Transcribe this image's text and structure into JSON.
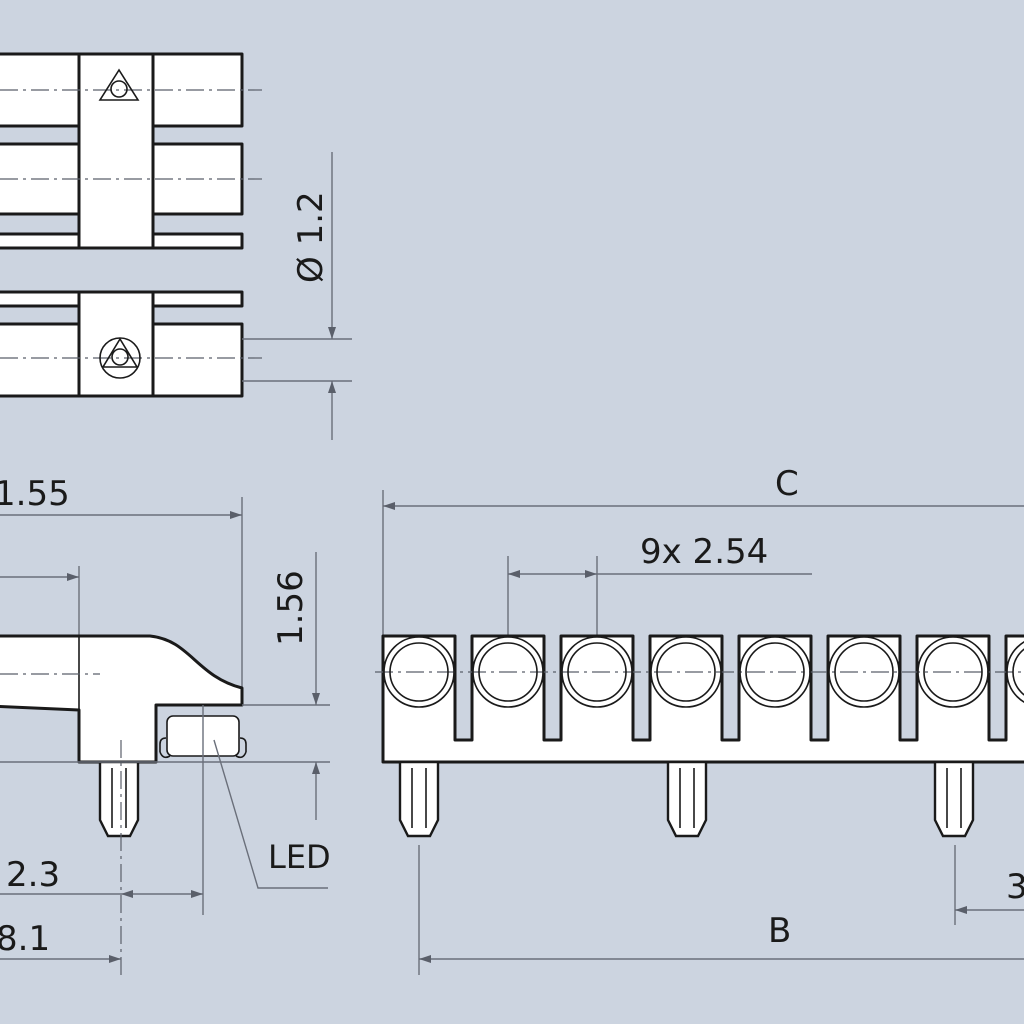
{
  "colors": {
    "background": "#ccd4e0",
    "line": "#1a1a1a",
    "dimension": "#5a5f6a"
  },
  "labels": {
    "dia": "Ø 1.2",
    "d155": "1.55",
    "d156": "1.56",
    "d23": "2.3",
    "d81": "8.1",
    "led": "LED",
    "pitch": "9x 2.54",
    "c": "C",
    "b": "B",
    "d3": "3"
  },
  "icons": [
    "triangle-mark-icon",
    "triangle-circle-mark-icon"
  ]
}
